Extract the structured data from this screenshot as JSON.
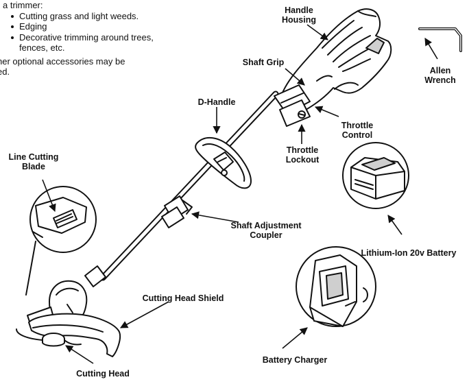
{
  "intro": {
    "lead": "a trimmer:",
    "uses": [
      "Cutting grass and light weeds.",
      "Edging",
      "Decorative trimming around trees,",
      "fences, etc."
    ],
    "note_line1": "her optional accessories may be",
    "note_line2": "ed."
  },
  "labels": {
    "handle_housing": [
      "Handle",
      "Housing"
    ],
    "shaft_grip": "Shaft Grip",
    "allen_wrench": [
      "Allen",
      "Wrench"
    ],
    "d_handle": "D-Handle",
    "throttle_control": [
      "Throttle",
      "Control"
    ],
    "throttle_lockout": [
      "Throttle",
      "Lockout"
    ],
    "line_cutting_blade": [
      "Line Cutting",
      "Blade"
    ],
    "shaft_adjustment_coupler": [
      "Shaft Adjustment",
      "Coupler"
    ],
    "battery": "Lithium-Ion 20v Battery",
    "cutting_head_shield": "Cutting Head Shield",
    "battery_charger": "Battery Charger",
    "cutting_head": "Cutting Head"
  },
  "colors": {
    "ink": "#111111",
    "fill": "#ffffff",
    "shade": "#cfcfcf"
  }
}
